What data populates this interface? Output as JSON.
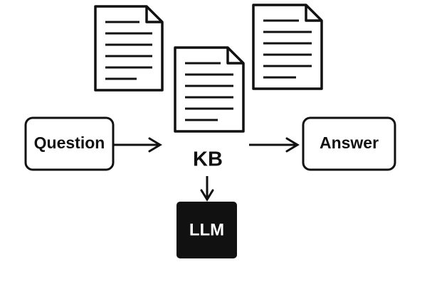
{
  "nodes": {
    "question": "Question",
    "answer": "Answer",
    "kb": "KB",
    "llm": "LLM"
  },
  "icons": {
    "documents": [
      "document-icon",
      "document-icon",
      "document-icon"
    ],
    "arrows": [
      "arrow-right-icon",
      "arrow-right-icon",
      "arrow-down-icon"
    ]
  },
  "colors": {
    "stroke": "#111111",
    "llm_fill": "#111111",
    "llm_text": "#ffffff",
    "background": "#ffffff"
  }
}
